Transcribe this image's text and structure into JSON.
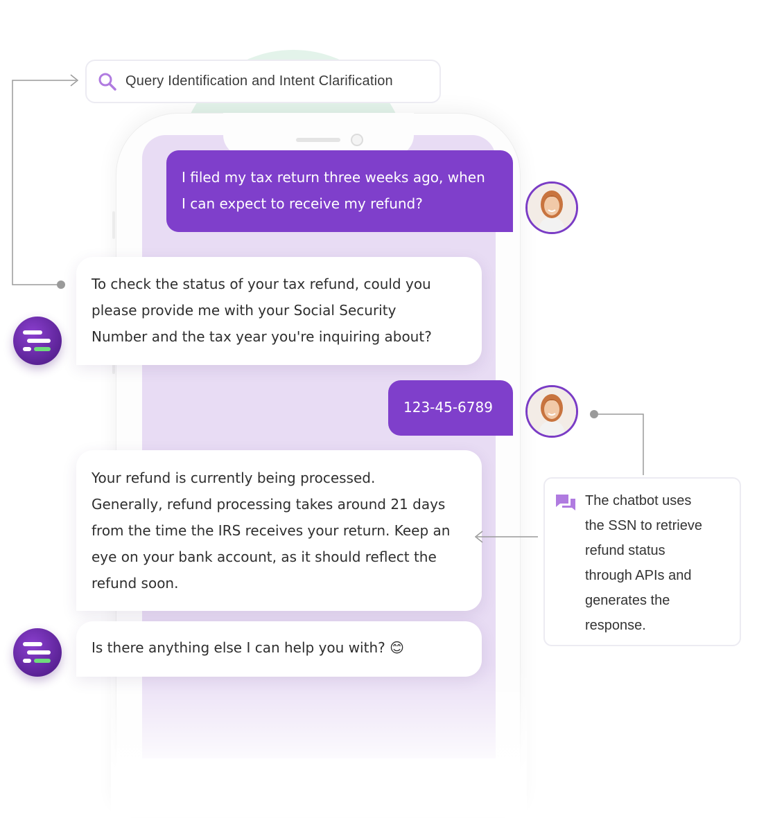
{
  "header_pill": {
    "label": "Query Identification and Intent Clarification",
    "icon": "search-icon"
  },
  "conversation": {
    "messages": [
      {
        "role": "user",
        "lines": [
          "I filed my tax return three weeks ago, when",
          "I can expect to receive my refund?"
        ]
      },
      {
        "role": "bot",
        "lines": [
          "To check the status of your tax refund, could you",
          "please provide me with your Social Security",
          "Number and the tax year you're inquiring about?"
        ]
      },
      {
        "role": "user",
        "lines": [
          "123-45-6789"
        ]
      },
      {
        "role": "bot",
        "lines": [
          "Your refund is currently being processed.",
          "Generally, refund processing takes around 21 days",
          "from the time the IRS receives your return. Keep an",
          "eye on your bank account, as it should reflect the",
          "refund soon."
        ]
      },
      {
        "role": "bot",
        "lines": [
          "Is there anything else I can help you with? 😊"
        ]
      }
    ]
  },
  "callout": {
    "icon": "chat-bubbles-icon",
    "lines": [
      "The chatbot uses",
      "the SSN to retrieve",
      "refund status",
      "through APIs and",
      "generates the",
      "response."
    ]
  },
  "colors": {
    "accent_purple": "#7f3fcb",
    "screen_lavender": "#e8dcf4",
    "bot_green": "#6fdc7c",
    "connector_gray": "#9a9a9a"
  }
}
